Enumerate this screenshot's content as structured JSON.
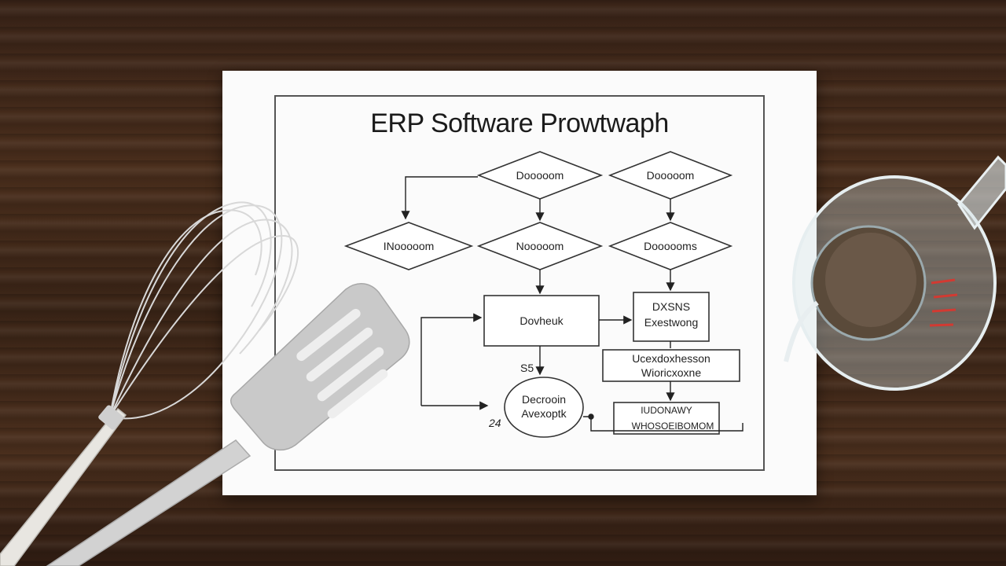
{
  "diagram": {
    "title": "ERP Software Prowtwaph",
    "nodes": {
      "d1": "Dooooom",
      "d2": "Dooooom",
      "d3": "INooooom",
      "d4": "Nooooom",
      "d5": "Doooooms",
      "box1": "Dovheuk",
      "box2_line1": "DXSNS",
      "box2_line2": "Exestwong",
      "box3_line1": "Ucexdoxhesson",
      "box3_line2": "Wioricxoxne",
      "circle_line1": "Decrooin",
      "circle_line2": "Avexoptk",
      "box4_line1": "IUDONAWY",
      "box4_line2": "WHOSOEIBOMOM"
    },
    "marks": {
      "s5": "S5",
      "n24": "24"
    }
  },
  "scene": {
    "table_color": "#3f2719",
    "paper_color": "#fbfbfb"
  }
}
